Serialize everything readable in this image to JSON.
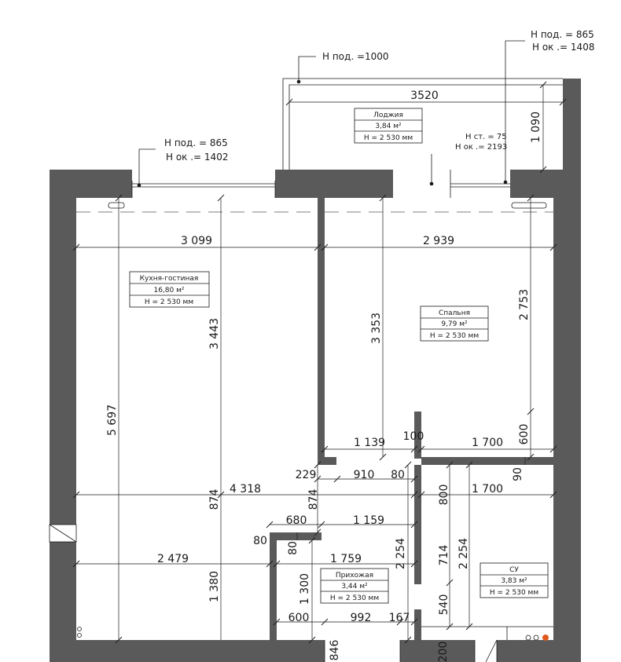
{
  "notes": {
    "loggia_sill": "Н под. =1000",
    "right_window_sill": "Н под. = 865",
    "right_window_height": "Н ок .= 1408",
    "left_window_sill": "Н под. = 865",
    "left_window_height": "Н ок .= 1402",
    "door_wall_height": "Н ст. = 75",
    "door_window_height": "Н ок .= 2193"
  },
  "rooms": {
    "loggia": {
      "name": "Лоджия",
      "area": "3,84 м²",
      "height": "Н = 2 530 мм"
    },
    "kitchen": {
      "name": "Кухня-гостиная",
      "area": "16,80 м²",
      "height": "Н = 2 530 мм"
    },
    "bedroom": {
      "name": "Спальня",
      "area": "9,79 м²",
      "height": "Н = 2 530 мм"
    },
    "hall": {
      "name": "Прихожая",
      "area": "3,44 м²",
      "height": "Н = 2 530 мм"
    },
    "bath": {
      "name": "СУ",
      "area": "3,83 м²",
      "height": "Н = 2 530 мм"
    }
  },
  "dims": {
    "loggia_width": "3520",
    "loggia_depth": "1 090",
    "kitchen_top": "3 099",
    "bedroom_top": "2 939",
    "kitchen_depth": "3 443",
    "kitchen_total": "5 697",
    "bedroom_depth": "3 353",
    "bedroom_right": "2 753",
    "corr_1139": "1 139",
    "corr_100": "100",
    "corr_1700_top": "1 700",
    "bedroom_600": "600",
    "d229": "229",
    "d910": "910",
    "d80a": "80",
    "d90": "90",
    "d4318": "4 318",
    "d874a": "874",
    "d874b": "874",
    "d800": "800",
    "d1700_bath": "1 700",
    "d680": "680",
    "d1159": "1 159",
    "d80b": "80",
    "d80c": "80",
    "d2254a": "2 254",
    "d2254b": "2 254",
    "d714": "714",
    "d2479": "2 479",
    "d1759": "1 759",
    "d1380": "1 380",
    "d1300": "1 300",
    "d540": "540",
    "d600": "600",
    "d992": "992",
    "d167": "167",
    "d846": "846",
    "d200": "200"
  }
}
